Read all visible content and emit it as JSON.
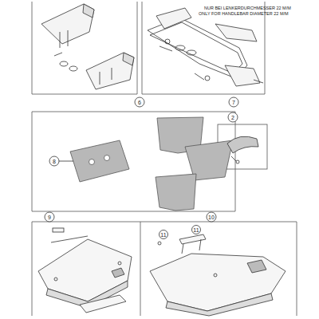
{
  "diagram": {
    "labels": [
      "6",
      "7",
      "NUR BEI LENKERDURCHMESSER 22 M/M",
      "ONLY FOR HANDLEBAR DIAMETER 22 M/M",
      "8",
      "2",
      "9",
      "10",
      "11",
      "11"
    ]
  }
}
